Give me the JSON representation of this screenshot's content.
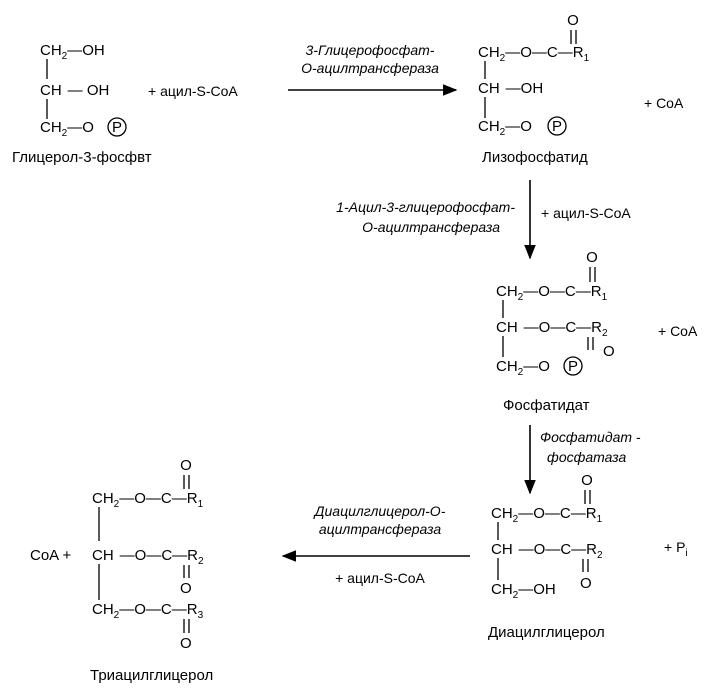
{
  "glycerol3p": {
    "row1": "CH",
    "row1_sub": "2",
    "row1_tail": "—OH",
    "row2": "CH",
    "row2_tail": "— OH",
    "row3": "CH",
    "row3_sub": "2",
    "row3_tail": "—O",
    "phosphate": "P",
    "name": "Глицерол-3-фосфвт"
  },
  "step1": {
    "reagent": "+ ацил-S-CoA",
    "enzyme_line1": "3-Глицерофосфат-",
    "enzyme_line2": "O-ацилтрансфераза"
  },
  "lysophosphatide": {
    "carbonyl_o": "O",
    "row1": "CH",
    "row1_sub": "2",
    "row1_tail": "—O—C—R",
    "r_sub": "1",
    "row2": "CH",
    "row2_tail": "—OH",
    "row3": "CH",
    "row3_sub": "2",
    "row3_tail": "—O",
    "phosphate": "P",
    "byproduct": "+ CoA",
    "name": "Лизофосфатид"
  },
  "step2": {
    "enzyme_line1": "1-Ацил-3-глицерофосфат-",
    "enzyme_line2": "O-ацилтрансфераза",
    "reagent": "+ ацил-S-CoA"
  },
  "phosphatidate": {
    "carbonyl_o1": "O",
    "row1": "CH",
    "row1_sub": "2",
    "row1_tail": "—O—C—R",
    "r1_sub": "1",
    "row2": "CH",
    "row2_tail": "—O—C—R",
    "r2_sub": "2",
    "carbonyl_o2": "O",
    "row3": "CH",
    "row3_sub": "2",
    "row3_tail": "—O",
    "phosphate": "P",
    "byproduct": "+ CoA",
    "name": "Фосфатидат"
  },
  "step3": {
    "enzyme_line1": "Фосфатидат -",
    "enzyme_line2": "фосфатаза"
  },
  "diacylglycerol": {
    "carbonyl_o1": "O",
    "row1": "CH",
    "row1_sub": "2",
    "row1_tail": "—O—C—R",
    "r1_sub": "1",
    "row2": "CH",
    "row2_tail": "—O—C—R",
    "r2_sub": "2",
    "carbonyl_o2": "O",
    "row3": "CH",
    "row3_sub": "2",
    "row3_tail": "—OH",
    "byproduct": "+ P",
    "byproduct_sub": "i",
    "name": "Диацилглицерол"
  },
  "step4": {
    "enzyme_line1": "Диацилглицерол-O-",
    "enzyme_line2": "ацилтрансфераза",
    "reagent": "+ ацил-S-CoA"
  },
  "triacylglycerol": {
    "carbonyl_o1": "O",
    "row1": "CH",
    "row1_sub": "2",
    "row1_tail": "—O—C—R",
    "r1_sub": "1",
    "coa_prefix": "CoA +",
    "row2": "CH",
    "row2_tail": "—O—C—R",
    "r2_sub": "2",
    "carbonyl_o2": "O",
    "row3": "CH",
    "row3_sub": "2",
    "row3_tail": "—O—C—R",
    "r3_sub": "3",
    "carbonyl_o3": "O",
    "name": "Триацилглицерол"
  }
}
